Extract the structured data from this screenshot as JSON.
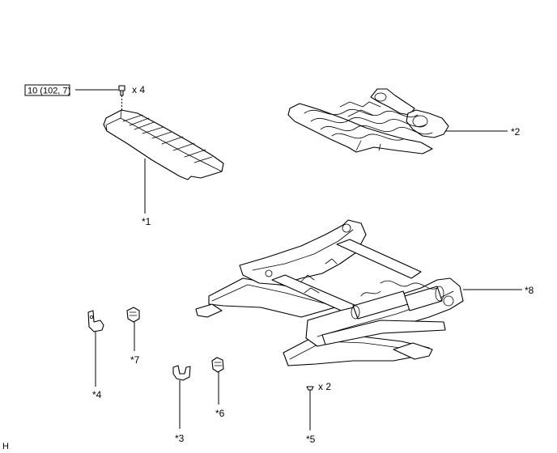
{
  "torque_spec": "10 (102, 7)",
  "callouts": {
    "c1": "*1",
    "c2": "*2",
    "c3": "*3",
    "c4": "*4",
    "c5": "*5",
    "c6": "*6",
    "c7": "*7",
    "c8": "*8"
  },
  "quantities": {
    "bolt_qty": "x 4",
    "clip_qty": "x 2"
  },
  "corner_code": "H"
}
